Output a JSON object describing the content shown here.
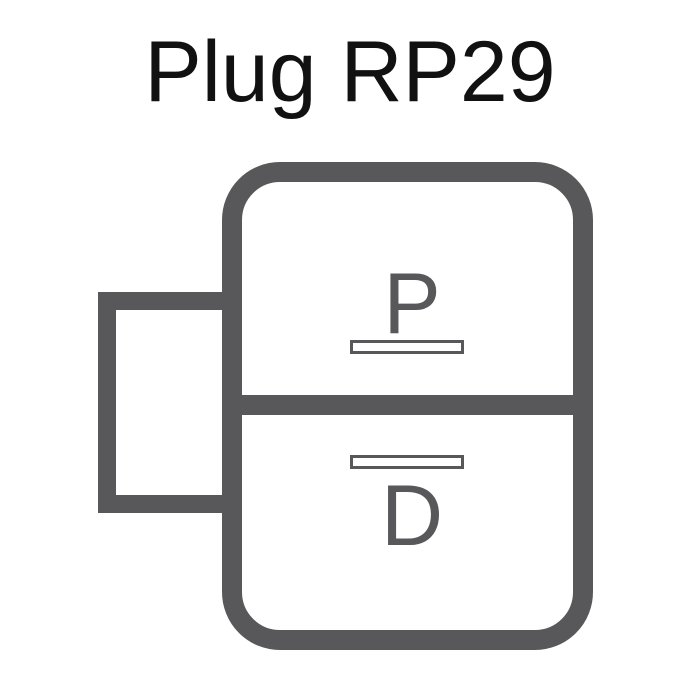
{
  "title": "Plug RP29",
  "pins": [
    {
      "label": "P",
      "position": "top"
    },
    {
      "label": "D",
      "position": "bottom"
    }
  ],
  "colors": {
    "outline": "#58585b",
    "text": "#111111"
  }
}
